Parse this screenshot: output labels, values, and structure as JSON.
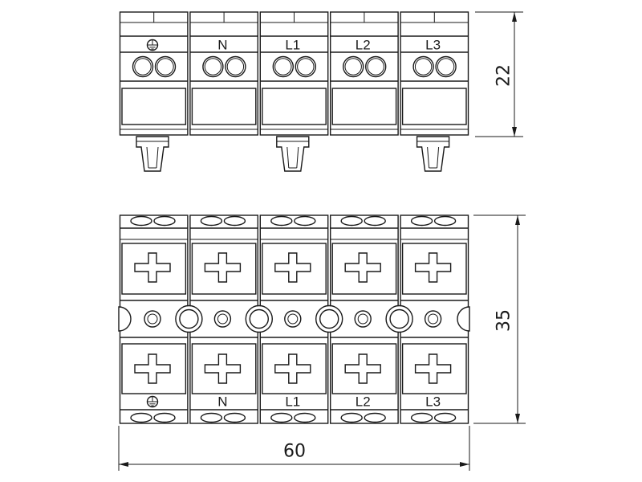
{
  "side_view": {
    "ground_icon": "ground-icon",
    "terminal_labels": [
      "N",
      "L1",
      "L2",
      "L3"
    ]
  },
  "top_view": {
    "ground_icon": "ground-icon",
    "terminal_labels": [
      "N",
      "L1",
      "L2",
      "L3"
    ]
  },
  "dimensions": {
    "height": "22",
    "depth": "35",
    "width": "60"
  },
  "colors": {
    "line": "#1a1a1a",
    "background": "#ffffff"
  }
}
